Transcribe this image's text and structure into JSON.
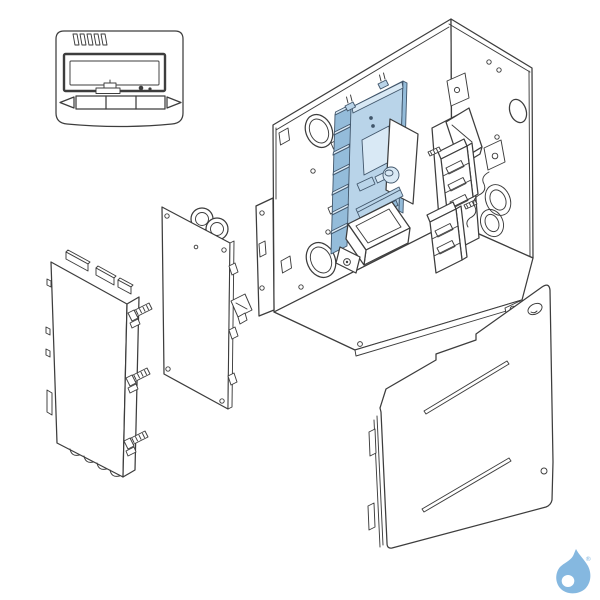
{
  "image": {
    "title": "Exploded technical line drawing of a boiler control box assembly with highlighted control PCB",
    "registered_mark": "®"
  },
  "colors": {
    "line": "#3d3d3d",
    "blue_line": "#41566b",
    "blue_light": "#d9e9f5",
    "blue_mid": "#b9d4e9",
    "blue_dark": "#94bcda",
    "logo_blue": "#85b8e0",
    "background": "#ffffff"
  },
  "parts": [
    {
      "id": "room-controller",
      "label": "room controller with display"
    },
    {
      "id": "front-cover-panel",
      "label": "front cover panel with clips"
    },
    {
      "id": "intermediate-plate",
      "label": "intermediate mounting plate"
    },
    {
      "id": "control-box",
      "label": "control box housing"
    },
    {
      "id": "control-pcb",
      "label": "control pcb highlighted blue"
    },
    {
      "id": "terminal-blocks",
      "label": "terminal blocks"
    },
    {
      "id": "transformer",
      "label": "transformer unit"
    },
    {
      "id": "rear-cover-panel",
      "label": "large cover panel with ribs"
    },
    {
      "id": "brand-logo",
      "label": "water drop brand logo"
    }
  ]
}
